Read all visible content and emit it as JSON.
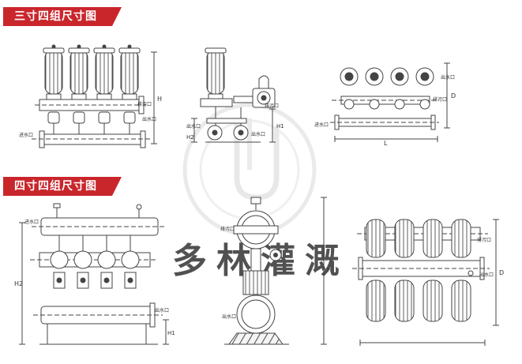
{
  "sections": {
    "three_inch_title": "三寸四组尺寸图",
    "four_inch_title": "四寸四组尺寸图"
  },
  "labels": {
    "inlet": "进水口",
    "outlet": "出水口",
    "drain": "排污口",
    "dim_h": "H",
    "dim_h1": "H1",
    "dim_h2": "H2",
    "dim_l": "L",
    "dim_d": "D"
  },
  "watermark": {
    "text": "多林灌溉"
  },
  "colors": {
    "banner": "#c9262c",
    "line": "#444444",
    "watermark": "#d9d9d9"
  }
}
